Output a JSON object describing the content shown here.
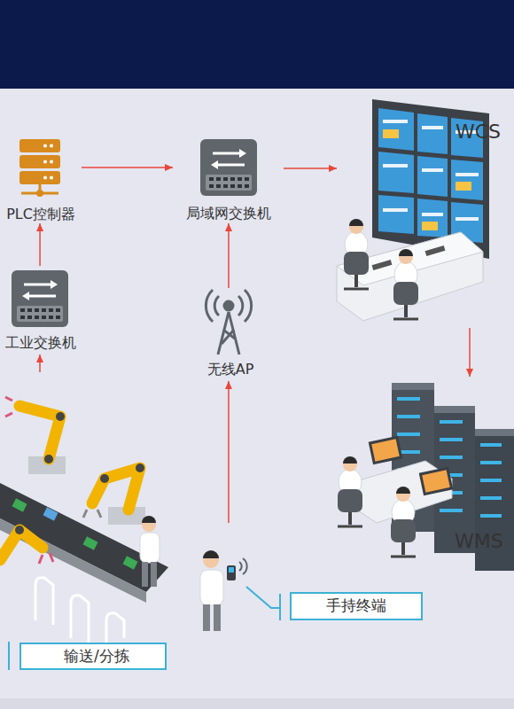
{
  "diagram": {
    "nodes": [
      {
        "text": [
          "PLC控制器"
        ]
      },
      {
        "text": [
          "局域网交换机"
        ]
      },
      {
        "text": [
          "WCS"
        ]
      },
      {
        "text": [
          "工业交换机"
        ]
      },
      {
        "text": [
          "无线AP"
        ]
      },
      {
        "text": [
          "WMS"
        ]
      },
      {
        "text": [
          "手持终端"
        ]
      },
      {
        "text": [
          "输送/分拣"
        ]
      }
    ],
    "edges": [
      {
        "from": 0,
        "to": 1,
        "arrow": "to"
      },
      {
        "from": 1,
        "to": 2,
        "arrow": "to"
      },
      {
        "from": 3,
        "to": 0,
        "arrow": "to"
      },
      {
        "from": 4,
        "to": 1,
        "arrow": "to"
      },
      {
        "from": 2,
        "to": 5,
        "arrow": "to"
      },
      {
        "from": 7,
        "to": 3,
        "arrow": "to"
      },
      {
        "from": 6,
        "to": 4,
        "arrow": "to"
      }
    ]
  }
}
